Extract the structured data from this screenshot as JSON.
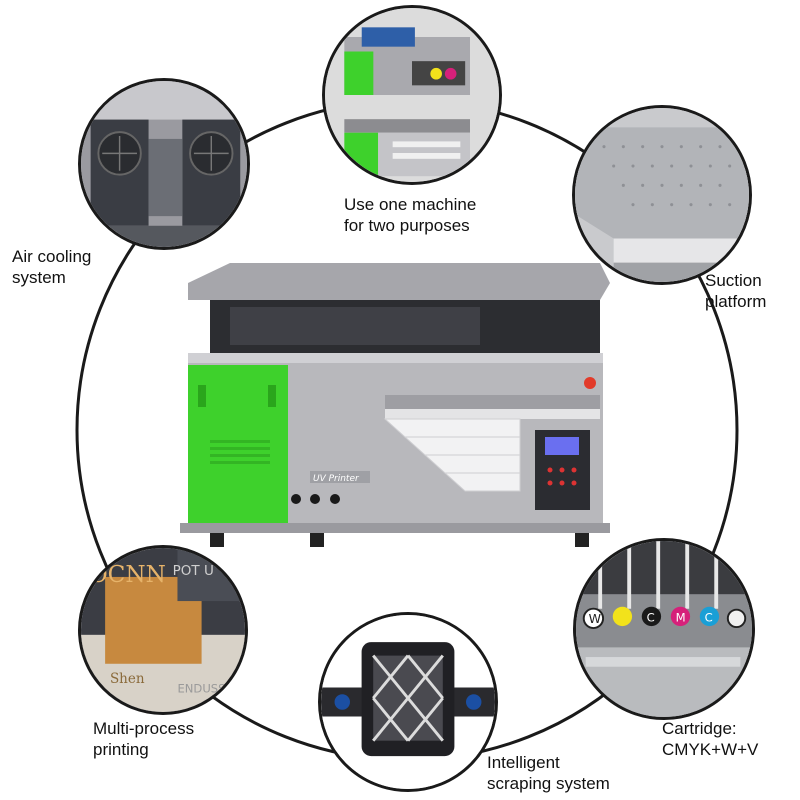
{
  "features": [
    {
      "id": "two-purposes",
      "lines": [
        "Use one machine",
        "for two purposes"
      ]
    },
    {
      "id": "air-cooling",
      "lines": [
        "Air cooling",
        "system"
      ]
    },
    {
      "id": "suction",
      "lines": [
        "Suction",
        "platform"
      ]
    },
    {
      "id": "multi-process",
      "lines": [
        "Multi-process",
        "printing"
      ]
    },
    {
      "id": "scraping",
      "lines": [
        "Intelligent",
        "scraping system"
      ]
    },
    {
      "id": "cartridge",
      "lines": [
        "Cartridge:",
        "CMYK+W+V"
      ]
    }
  ],
  "printer": {
    "badge": "UV Printer"
  },
  "sample": {
    "texts": [
      "OCNN",
      "POT U",
      "Shen",
      "ENDUSS"
    ]
  },
  "ink_letters": [
    "W",
    "C",
    "M",
    "C"
  ],
  "colors": {
    "ring": "#1a1a1a",
    "printer_body": "#b8b8bc",
    "printer_green": "#3ed12c",
    "ink_yellow": "#f2e21b",
    "ink_magenta": "#d6207a",
    "ink_cyan": "#1a9fd6"
  }
}
